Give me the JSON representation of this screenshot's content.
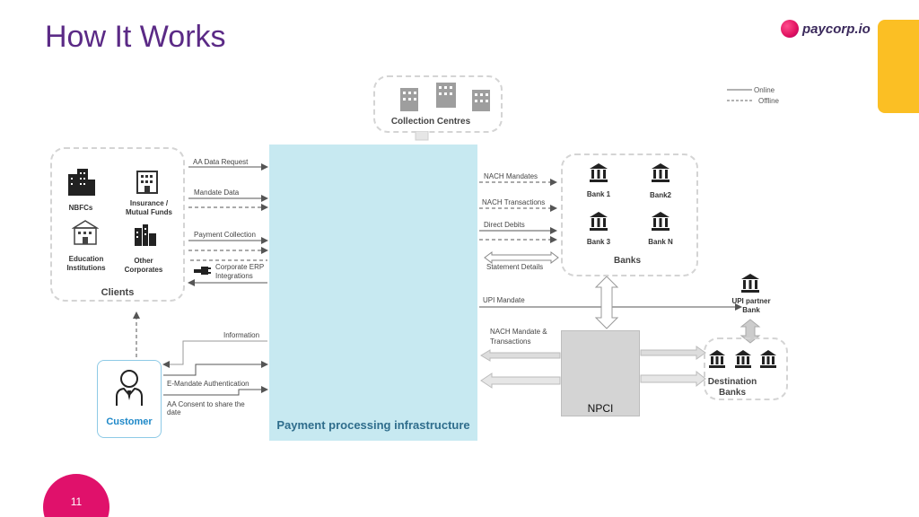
{
  "header": {
    "title": "How It Works",
    "logo_text": "paycorp.io",
    "accent": "#5b2a86",
    "brand_pink": "#e0116b",
    "brand_yellow": "#fbbf24"
  },
  "legend": {
    "online": "Online",
    "offline": "Offline"
  },
  "collection_centres": {
    "label": "Collection Centres"
  },
  "clients": {
    "label": "Clients",
    "items": [
      {
        "label": "NBFCs",
        "icon": "building-icon"
      },
      {
        "label": "Insurance /\nMutual Funds",
        "icon": "office-icon"
      },
      {
        "label": "Education\nInstitutions",
        "icon": "school-icon"
      },
      {
        "label": "Other\nCorporates",
        "icon": "factory-icon"
      }
    ]
  },
  "left_flows": {
    "aa_data_request": "AA Data Request",
    "mandate_data": "Mandate Data",
    "payment_collection": "Payment Collection",
    "corporate_erp": "Corporate ERP\nIntegrations",
    "information": "Information",
    "e_mandate_auth": "E-Mandate Authentication",
    "aa_consent": "AA Consent to share the\ndate"
  },
  "customer": {
    "label": "Customer"
  },
  "ppi": {
    "label": "Payment processing infrastructure"
  },
  "right_flows": {
    "nach_mandates": "NACH  Mandates",
    "nach_transactions": "NACH Transactions",
    "direct_debits": "Direct Debits",
    "statement_details": "Statement Details",
    "upi_mandate": "UPI Mandate",
    "nach_mandate_transactions": "NACH Mandate &\nTransactions"
  },
  "banks": {
    "label": "Banks",
    "items": [
      "Bank 1",
      "Bank2",
      "Bank 3",
      "Bank N"
    ]
  },
  "upi_partner": {
    "label": "UPI partner\nBank"
  },
  "destination_banks": {
    "label": "Destination\nBanks"
  },
  "npci": {
    "label": "NPCI"
  },
  "footer": {
    "page_number": "11"
  }
}
